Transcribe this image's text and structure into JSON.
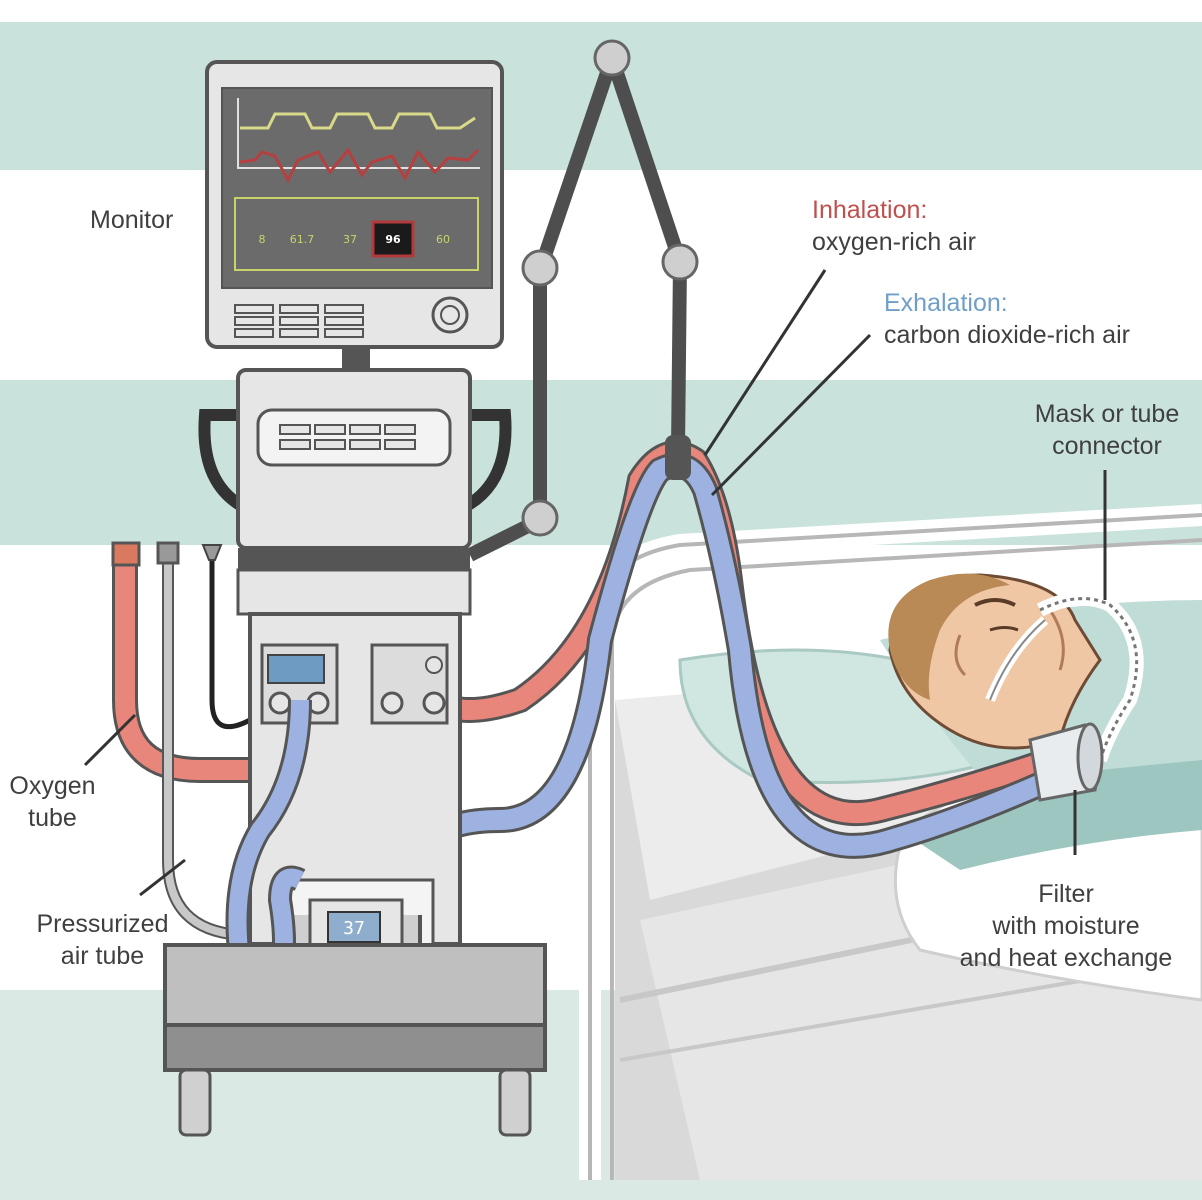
{
  "labels": {
    "monitor": "Monitor",
    "inhalation_title": "Inhalation:",
    "inhalation_desc": "oxygen-rich air",
    "exhalation_title": "Exhalation:",
    "exhalation_desc": "carbon dioxide-rich air",
    "mask_line1": "Mask or tube",
    "mask_line2": "connector",
    "oxygen_line1": "Oxygen",
    "oxygen_line2": "tube",
    "pressurized_line1": "Pressurized",
    "pressurized_line2": "air tube",
    "filter_line1": "Filter",
    "filter_line2": "with moisture",
    "filter_line3": "and heat exchange"
  },
  "monitor_readouts": [
    "8",
    "61.7",
    "37",
    "96",
    "60"
  ],
  "humidifier_display": "37",
  "colors": {
    "inhalation": "#c0504d",
    "exhalation": "#6f9fc9",
    "oxygen_tube": "#e9867b",
    "exhalation_tube": "#9db2e0",
    "wall_band": "#c9e3dc",
    "label_text": "#3f3f3f"
  }
}
